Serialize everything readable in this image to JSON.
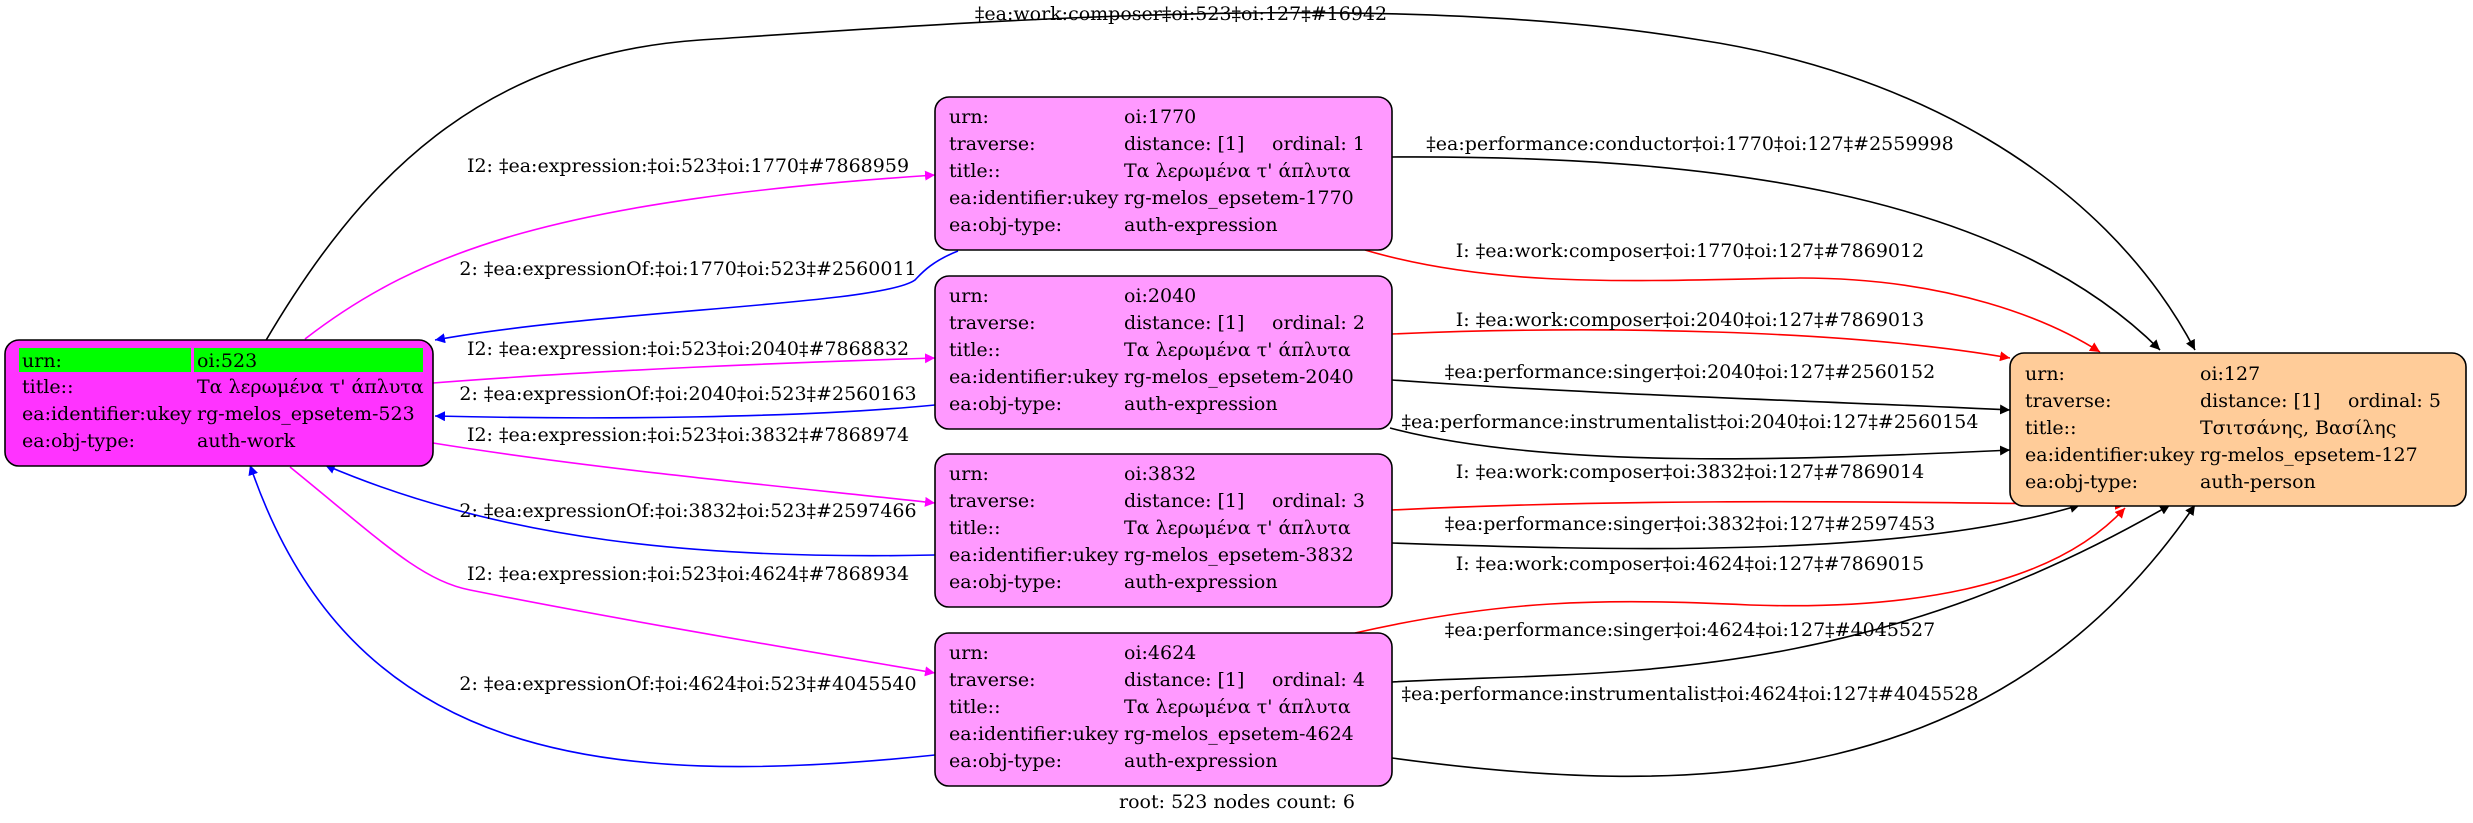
{
  "graph": {
    "footer": "root: 523 nodes count: 6",
    "colors": {
      "root_fill": "#ff33ff",
      "root_highlight": "#00ff00",
      "expression_fill": "#ff99ff",
      "person_fill": "#ffcc99",
      "edge_expression": "#ff00ff",
      "edge_expressionOf": "#0000ff",
      "edge_composer": "#ff0000",
      "edge_performance": "#000000"
    },
    "nodes": [
      {
        "id": "n523",
        "kind": "root",
        "rows": [
          {
            "key": "urn:",
            "value": "oi:523"
          },
          {
            "key": "title::",
            "value": "Τα λερωμένα τ' άπλυτα"
          },
          {
            "key": "ea:identifier:ukey",
            "value": "rg-melos_epsetem-523"
          },
          {
            "key": "ea:obj-type:",
            "value": "auth-work"
          }
        ]
      },
      {
        "id": "n1770",
        "kind": "expression",
        "rows": [
          {
            "key": "urn:",
            "value": "oi:1770"
          },
          {
            "key": "traverse:",
            "value": "distance: [1]",
            "extra": "ordinal: 1"
          },
          {
            "key": "title::",
            "value": "Τα λερωμένα τ' άπλυτα"
          },
          {
            "key": "ea:identifier:ukey",
            "value": "rg-melos_epsetem-1770"
          },
          {
            "key": "ea:obj-type:",
            "value": "auth-expression"
          }
        ]
      },
      {
        "id": "n2040",
        "kind": "expression",
        "rows": [
          {
            "key": "urn:",
            "value": "oi:2040"
          },
          {
            "key": "traverse:",
            "value": "distance: [1]",
            "extra": "ordinal: 2"
          },
          {
            "key": "title::",
            "value": "Τα λερωμένα τ' άπλυτα"
          },
          {
            "key": "ea:identifier:ukey",
            "value": "rg-melos_epsetem-2040"
          },
          {
            "key": "ea:obj-type:",
            "value": "auth-expression"
          }
        ]
      },
      {
        "id": "n3832",
        "kind": "expression",
        "rows": [
          {
            "key": "urn:",
            "value": "oi:3832"
          },
          {
            "key": "traverse:",
            "value": "distance: [1]",
            "extra": "ordinal: 3"
          },
          {
            "key": "title::",
            "value": "Τα λερωμένα τ' άπλυτα"
          },
          {
            "key": "ea:identifier:ukey",
            "value": "rg-melos_epsetem-3832"
          },
          {
            "key": "ea:obj-type:",
            "value": "auth-expression"
          }
        ]
      },
      {
        "id": "n4624",
        "kind": "expression",
        "rows": [
          {
            "key": "urn:",
            "value": "oi:4624"
          },
          {
            "key": "traverse:",
            "value": "distance: [1]",
            "extra": "ordinal: 4"
          },
          {
            "key": "title::",
            "value": "Τα λερωμένα τ' άπλυτα"
          },
          {
            "key": "ea:identifier:ukey",
            "value": "rg-melos_epsetem-4624"
          },
          {
            "key": "ea:obj-type:",
            "value": "auth-expression"
          }
        ]
      },
      {
        "id": "n127",
        "kind": "person",
        "rows": [
          {
            "key": "urn:",
            "value": "oi:127"
          },
          {
            "key": "traverse:",
            "value": "distance: [1]",
            "extra": "ordinal: 5"
          },
          {
            "key": "title::",
            "value": "Τσιτσάνης, Βασίλης"
          },
          {
            "key": "ea:identifier:ukey",
            "value": "rg-melos_epsetem-127"
          },
          {
            "key": "ea:obj-type:",
            "value": "auth-person"
          }
        ]
      }
    ],
    "edges": [
      {
        "from": "n523",
        "to": "n127",
        "type": "composer-direct",
        "label": "‡ea:work:composer‡oi:523‡oi:127‡#16942"
      },
      {
        "from": "n523",
        "to": "n1770",
        "type": "expression",
        "label": "I2: ‡ea:expression:‡oi:523‡oi:1770‡#7868959"
      },
      {
        "from": "n1770",
        "to": "n523",
        "type": "expressionOf",
        "label": "2: ‡ea:expressionOf:‡oi:1770‡oi:523‡#2560011"
      },
      {
        "from": "n523",
        "to": "n2040",
        "type": "expression",
        "label": "I2: ‡ea:expression:‡oi:523‡oi:2040‡#7868832"
      },
      {
        "from": "n2040",
        "to": "n523",
        "type": "expressionOf",
        "label": "2: ‡ea:expressionOf:‡oi:2040‡oi:523‡#2560163"
      },
      {
        "from": "n523",
        "to": "n3832",
        "type": "expression",
        "label": "I2: ‡ea:expression:‡oi:523‡oi:3832‡#7868974"
      },
      {
        "from": "n3832",
        "to": "n523",
        "type": "expressionOf",
        "label": "2: ‡ea:expressionOf:‡oi:3832‡oi:523‡#2597466"
      },
      {
        "from": "n523",
        "to": "n4624",
        "type": "expression",
        "label": "I2: ‡ea:expression:‡oi:523‡oi:4624‡#7868934"
      },
      {
        "from": "n4624",
        "to": "n523",
        "type": "expressionOf",
        "label": "2: ‡ea:expressionOf:‡oi:4624‡oi:523‡#4045540"
      },
      {
        "from": "n1770",
        "to": "n127",
        "type": "performance",
        "label": "‡ea:performance:conductor‡oi:1770‡oi:127‡#2559998"
      },
      {
        "from": "n1770",
        "to": "n127",
        "type": "composer",
        "label": "I: ‡ea:work:composer‡oi:1770‡oi:127‡#7869012"
      },
      {
        "from": "n2040",
        "to": "n127",
        "type": "composer",
        "label": "I: ‡ea:work:composer‡oi:2040‡oi:127‡#7869013"
      },
      {
        "from": "n2040",
        "to": "n127",
        "type": "performance",
        "label": "‡ea:performance:singer‡oi:2040‡oi:127‡#2560152"
      },
      {
        "from": "n2040",
        "to": "n127",
        "type": "performance",
        "label": "‡ea:performance:instrumentalist‡oi:2040‡oi:127‡#2560154"
      },
      {
        "from": "n3832",
        "to": "n127",
        "type": "composer",
        "label": "I: ‡ea:work:composer‡oi:3832‡oi:127‡#7869014"
      },
      {
        "from": "n3832",
        "to": "n127",
        "type": "performance",
        "label": "‡ea:performance:singer‡oi:3832‡oi:127‡#2597453"
      },
      {
        "from": "n4624",
        "to": "n127",
        "type": "composer",
        "label": "I: ‡ea:work:composer‡oi:4624‡oi:127‡#7869015"
      },
      {
        "from": "n4624",
        "to": "n127",
        "type": "performance",
        "label": "‡ea:performance:singer‡oi:4624‡oi:127‡#4045527"
      },
      {
        "from": "n4624",
        "to": "n127",
        "type": "performance",
        "label": "‡ea:performance:instrumentalist‡oi:4624‡oi:127‡#4045528"
      }
    ]
  }
}
